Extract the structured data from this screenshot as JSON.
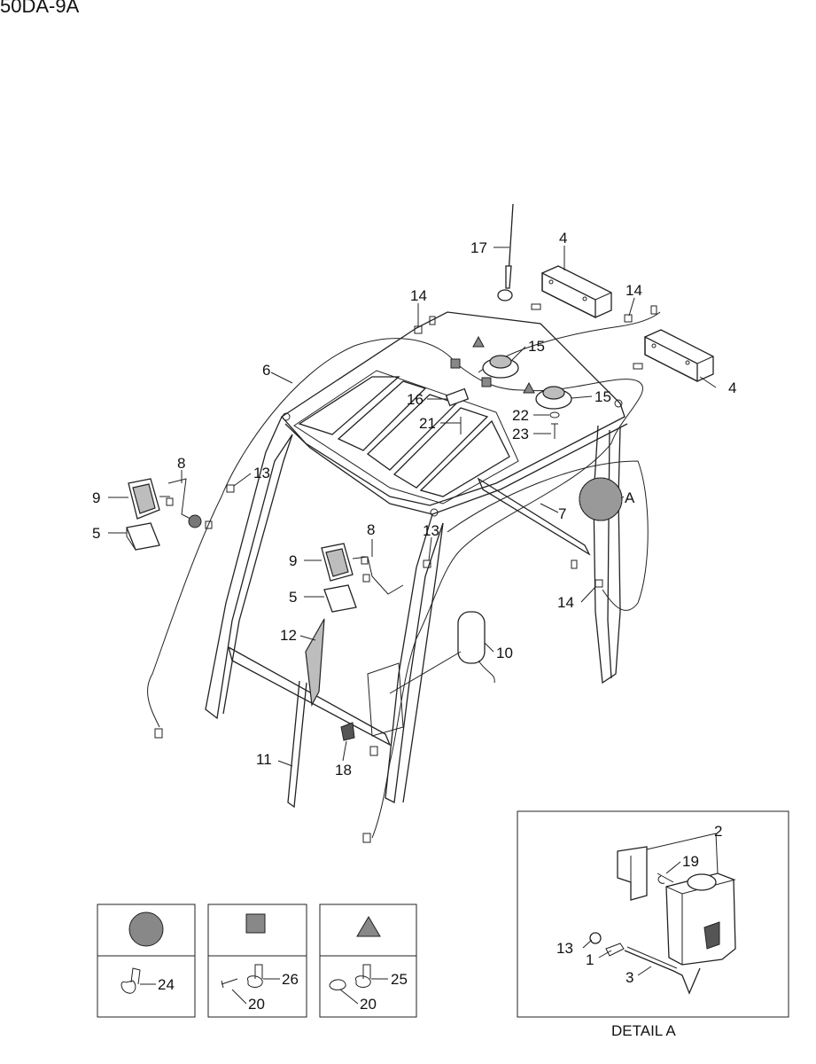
{
  "header": {
    "model_code": "50DA-9A"
  },
  "callouts": {
    "c17": "17",
    "c4a": "4",
    "c4b": "4",
    "c14a": "14",
    "c14b": "14",
    "c14c": "14",
    "c15a": "15",
    "c15b": "15",
    "c6": "6",
    "c16": "16",
    "c21": "21",
    "c22": "22",
    "c23": "23",
    "c8a": "8",
    "c8b": "8",
    "c9a": "9",
    "c9b": "9",
    "c5a": "5",
    "c5b": "5",
    "c13a": "13",
    "c13b": "13",
    "c7": "7",
    "cA": "A",
    "c10": "10",
    "c12": "12",
    "c11": "11",
    "c18": "18"
  },
  "legend": {
    "circle_clip": {
      "part": "24"
    },
    "square_clip": {
      "part": "26",
      "screw": "20"
    },
    "triangle_clip": {
      "part": "25",
      "screw": "20"
    }
  },
  "detail_a": {
    "caption": "DETAIL A",
    "callouts": {
      "c2": "2",
      "c19": "19",
      "c13": "13",
      "c1": "1",
      "c3": "3"
    }
  },
  "colors": {
    "line": "#222222",
    "fill_grey": "#bdbdbd",
    "marker_fill": "#888888"
  }
}
